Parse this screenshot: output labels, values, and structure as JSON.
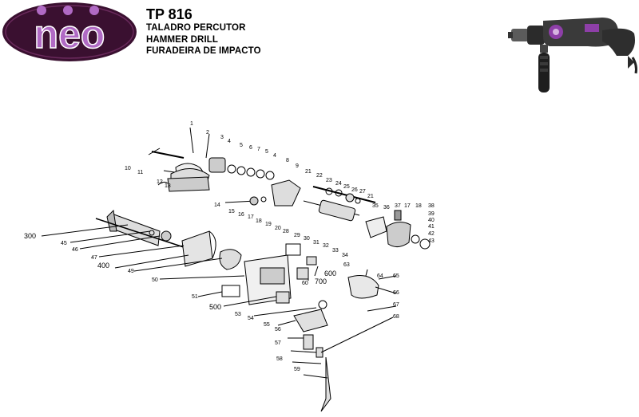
{
  "logo": {
    "text": "neo",
    "bg_color": "#3a1030",
    "accent_color": "#b06ac4"
  },
  "header": {
    "model": "TP 816",
    "line1": "TALADRO PERCUTOR",
    "line2": "HAMMER DRILL",
    "line3": "FURADEIRA DE IMPACTO"
  },
  "product_image": {
    "icon": "hammer-drill-photo",
    "accent_color": "#8e3fa8"
  },
  "diagram": {
    "part_numbers": [
      "1",
      "2",
      "3",
      "4",
      "5",
      "6",
      "7",
      "5",
      "4",
      "8",
      "9",
      "10",
      "11",
      "12",
      "13",
      "14",
      "15",
      "16",
      "17",
      "18",
      "19",
      "20",
      "21",
      "22",
      "23",
      "24",
      "25",
      "26",
      "27",
      "21",
      "28",
      "29",
      "30",
      "31",
      "32",
      "33",
      "34",
      "35",
      "36",
      "37",
      "17",
      "18",
      "38",
      "39",
      "40",
      "41",
      "42",
      "43",
      "300",
      "45",
      "46",
      "47",
      "400",
      "49",
      "50",
      "51",
      "500",
      "53",
      "54",
      "55",
      "56",
      "57",
      "58",
      "59",
      "60",
      "600",
      "700",
      "63",
      "64",
      "65",
      "66",
      "67",
      "68"
    ]
  }
}
